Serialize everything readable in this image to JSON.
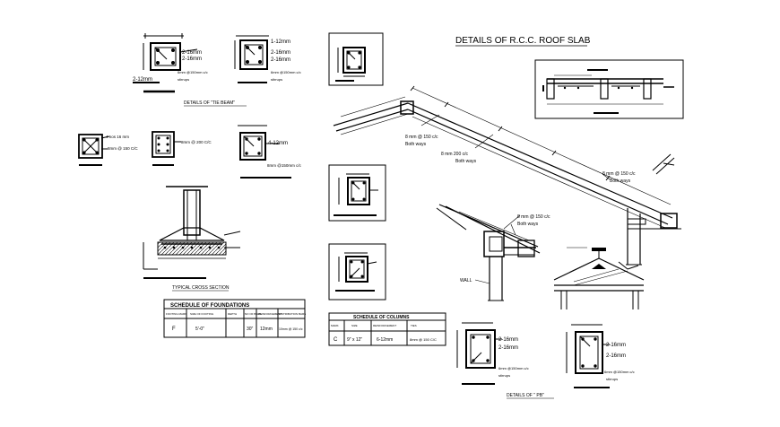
{
  "title": "DETAILS OF R.C.C. ROOF SLAB",
  "tie_beam": {
    "caption": "DETAILS OF \"TIE BEAM\"",
    "left_labels": [
      "2-16mm",
      "2-16mm",
      "2-12mm"
    ],
    "right_labels": [
      "1-12mm",
      "2-16mm",
      "2-16mm"
    ],
    "stirrup_note": "6mm @150mm c/c",
    "stirrup_word": "stirrups"
  },
  "column_small": {
    "label_a": "4 nos 16 mm",
    "label_b": "8mm @ 150 C/C",
    "label_c": "8mm @ 200 C/C",
    "label_d": "4-12mm",
    "label_e": "8mm @150mm c/c"
  },
  "footing": {
    "caption": "TYPICAL CROSS SECTION"
  },
  "slab": {
    "note1": "8 mm @ 150 c/c",
    "note1b": "Both ways",
    "note2": "8 mm 200 c/c",
    "note2b": "Both ways",
    "note3": "8 mm @ 150 c/c",
    "note3b": "Both ways",
    "note4": "8 mm @ 150 c/c",
    "note4b": "Both ways",
    "wall": "WALL"
  },
  "foundation_table": {
    "title": "SCHEDULE OF FOUNDATIONS",
    "headers": [
      "FOOTING MARK",
      "SIZE OF FOOTING",
      "DEPTH",
      "NO OF BARS",
      "REINFORCEMENT",
      "DISTRIBUTION BARS"
    ],
    "row": [
      "F",
      "5'-0\"",
      "",
      "30\"",
      "12mm",
      "10mm @ 150 c/c"
    ]
  },
  "column_table": {
    "title": "SCHEDULE OF COLUMNS",
    "headers": [
      "MARK",
      "SIZE",
      "REINFORCEMENT",
      "TIES"
    ],
    "row": [
      "C",
      "9\" x 12\"",
      "6-12mm",
      "8mm @ 150 C/C"
    ]
  },
  "pb": {
    "caption": "DETAILS OF \" PB\"",
    "left_labels": [
      "2-16mm",
      "2-16mm"
    ],
    "right_labels": [
      "2-16mm",
      "2-16mm"
    ],
    "stirrup_note": "6mm @150mm c/c",
    "stirrup_word": "stirrups"
  }
}
